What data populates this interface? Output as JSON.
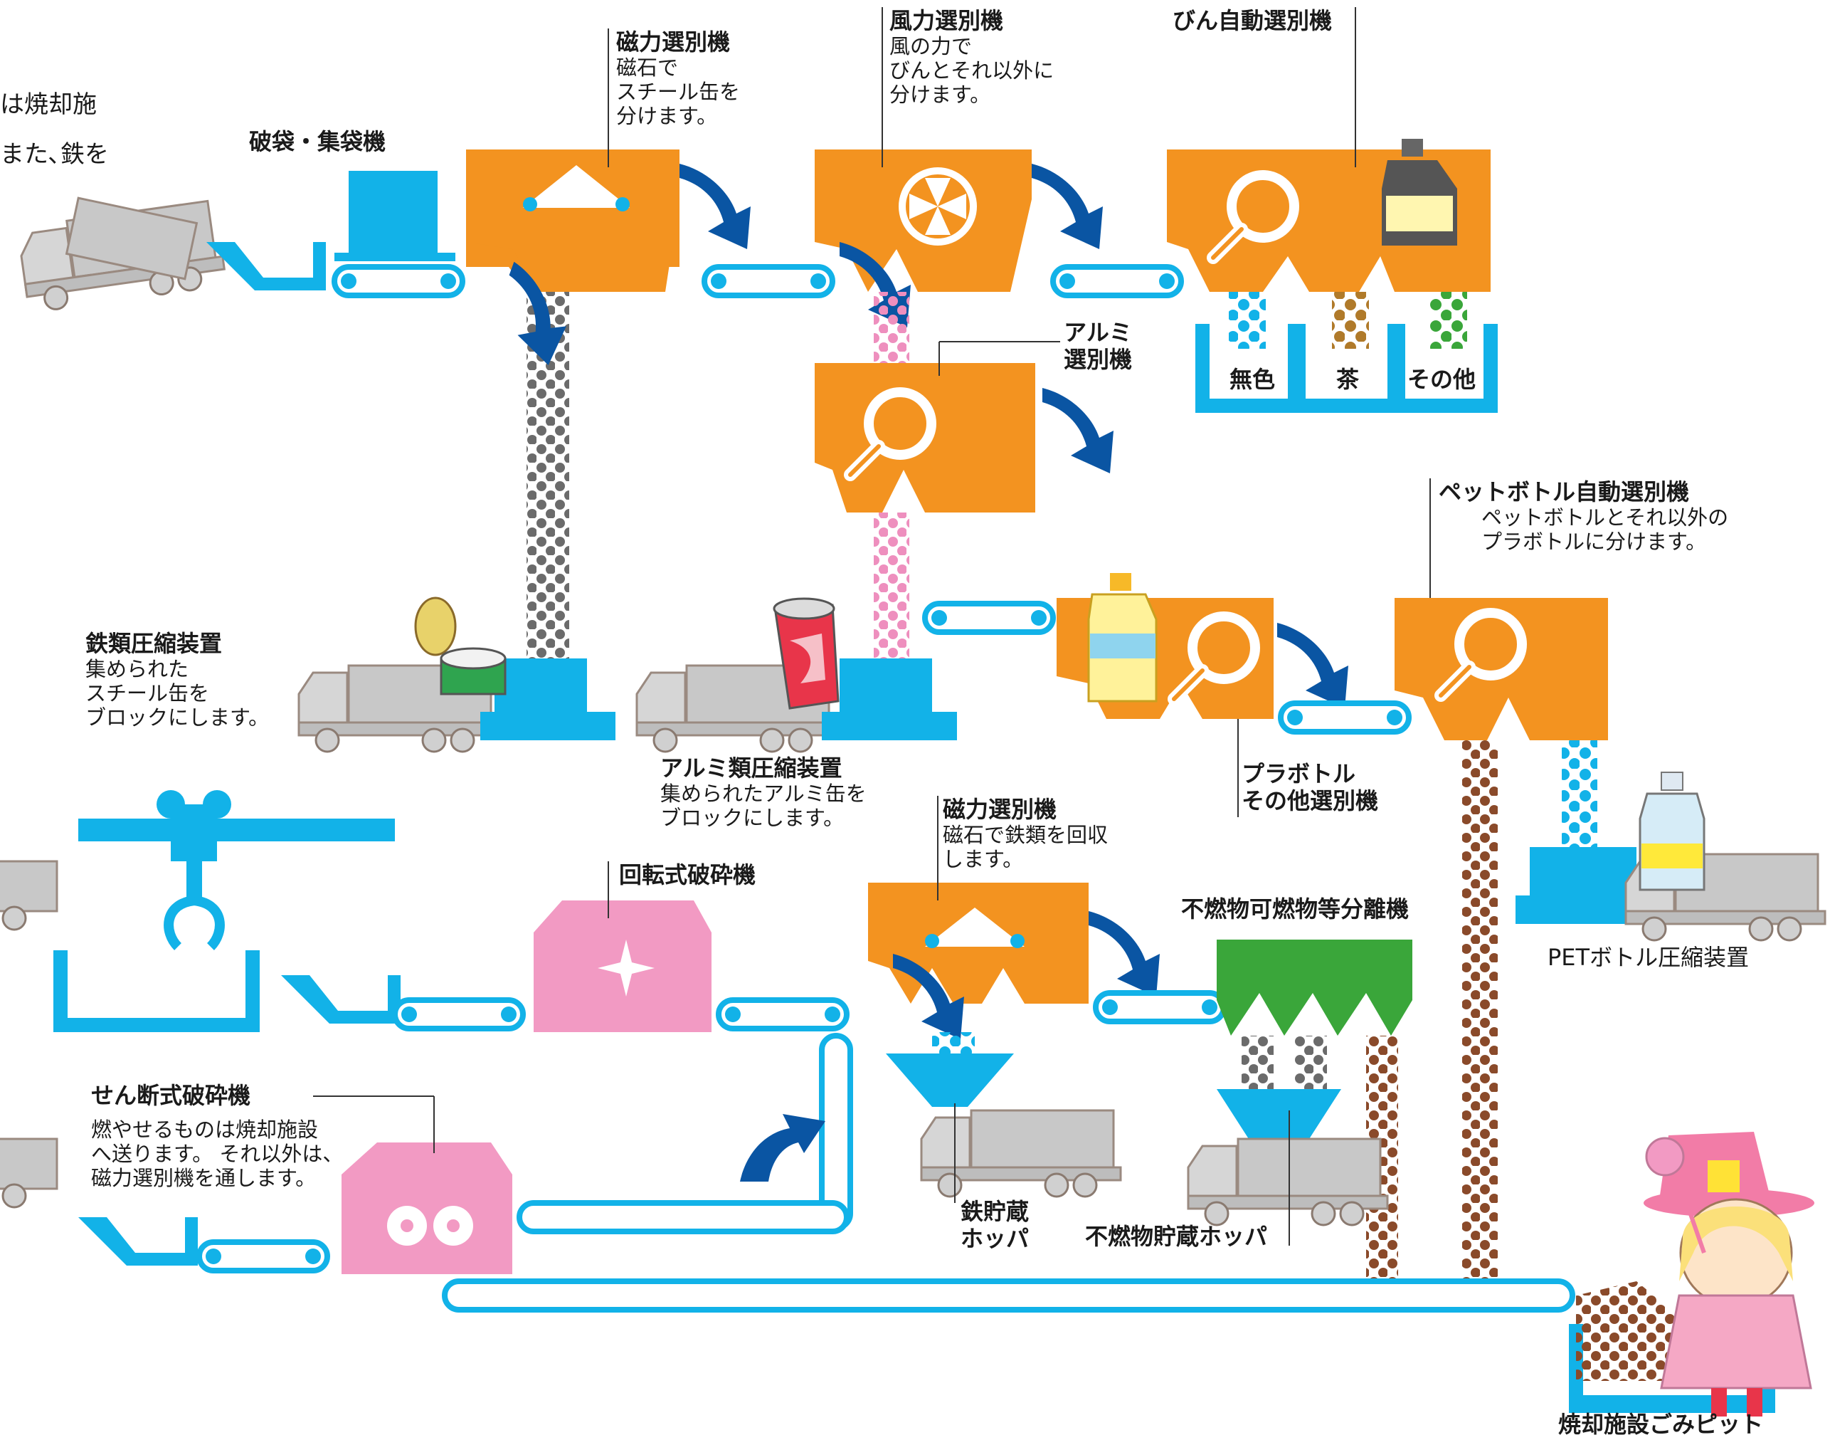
{
  "colors": {
    "machine": "#f39320",
    "machine_stroke": "#c8741c",
    "conveyor": "#12b2e8",
    "crusher": "#f29ac3",
    "separator": "#3aa63a",
    "arrow": "#0a55a3",
    "truck": "#c8c8c8",
    "dots_gray": "#6b6b6b",
    "dots_pink": "#ee8fbe",
    "dots_brown": "#8a4a2a",
    "dots_blue": "#12b2e8",
    "text": "#1a1a1a"
  },
  "intro_text": [
    "は焼却施",
    "また､鉄を"
  ],
  "labels": {
    "bag_opener": {
      "title": "破袋・集袋機"
    },
    "magnetic_top": {
      "title": "磁力選別機",
      "desc": [
        "磁石で",
        "スチール缶を",
        "分けます。"
      ]
    },
    "wind": {
      "title": "風力選別機",
      "desc": [
        "風の力で",
        "びんとそれ以外に",
        "分けます。"
      ]
    },
    "bottle_auto": {
      "title": "びん自動選別機"
    },
    "bins": [
      "無色",
      "茶",
      "その他"
    ],
    "aluminum_sorter": {
      "title": [
        "アルミ",
        "選別機"
      ]
    },
    "steel_press": {
      "title": "鉄類圧縮装置",
      "desc": [
        "集められた",
        "スチール缶を",
        "ブロックにします。"
      ]
    },
    "aluminum_press": {
      "title": "アルミ類圧縮装置",
      "desc": [
        "集められたアルミ缶を",
        "ブロックにします。"
      ]
    },
    "plastic_other": {
      "title": [
        "プラボトル",
        "その他選別機"
      ]
    },
    "pet_auto": {
      "title": "ペットボトル自動選別機",
      "desc": [
        "ペットボトルとそれ以外の",
        "プラボトルに分けます。"
      ]
    },
    "pet_press": {
      "title": "PETボトル圧縮装置"
    },
    "rotary_crusher": {
      "title": "回転式破砕機"
    },
    "magnetic_bottom": {
      "title": "磁力選別機",
      "desc": [
        "磁石で鉄類を回収",
        "します。"
      ]
    },
    "incombustible_sep": {
      "title": "不燃物可燃物等分離機"
    },
    "iron_hopper": {
      "title": [
        "鉄貯蔵",
        "ホッパ"
      ]
    },
    "incombustible_hopper": {
      "title": "不燃物貯蔵ホッパ"
    },
    "shear_crusher": {
      "title": "せん断式破砕機",
      "desc": [
        "燃やせるものは焼却施設",
        "へ送ります。 それ以外は、",
        "磁力選別機を通します。"
      ]
    },
    "pit": {
      "title": "焼却施設ごみピット"
    }
  }
}
